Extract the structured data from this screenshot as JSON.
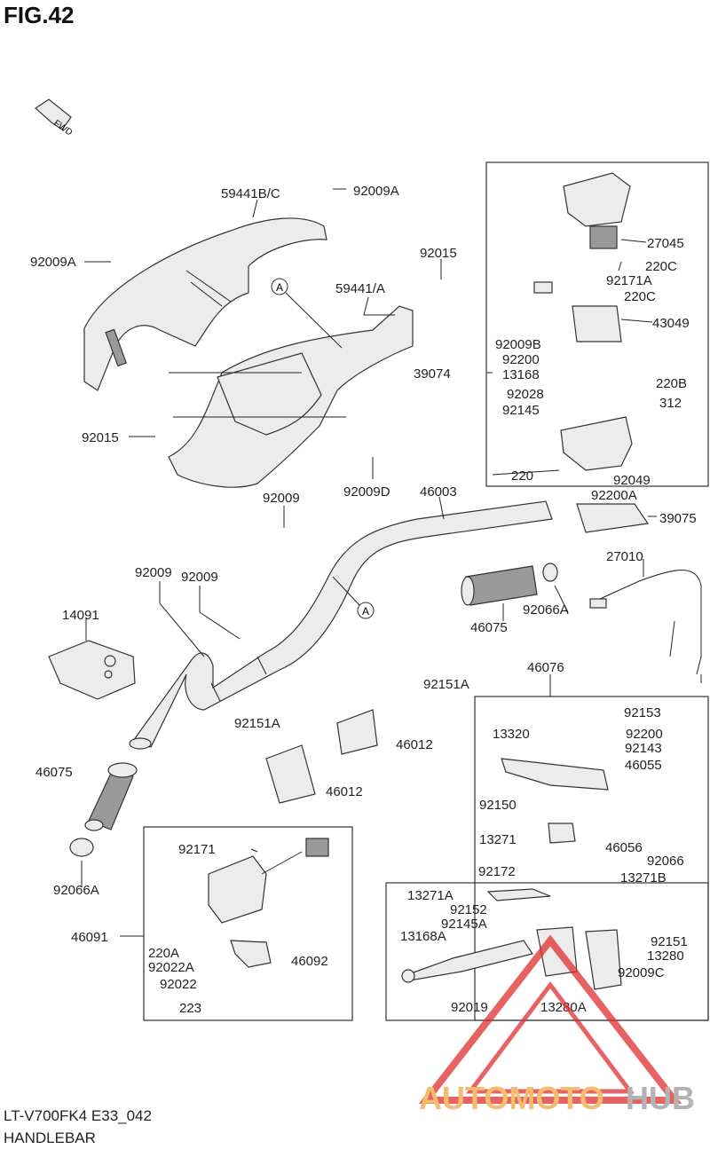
{
  "figure": {
    "title": "FIG.42",
    "code": "LT-V700FK4 E33_042",
    "name": "HANDLEBAR"
  },
  "direction_label": "FWD",
  "callouts": [
    "A",
    "A"
  ],
  "watermark": {
    "text_a": "AUTOMOTO",
    "text_b": "HUB",
    "color_a": "#f4a640",
    "color_b": "#9a9a9a",
    "logo_color": "#e03030"
  },
  "part_labels": [
    "59441B/C",
    "92009A",
    "92009A",
    "92015",
    "59441/A",
    "92015",
    "92009D",
    "92009",
    "46003",
    "92009",
    "92009",
    "14091",
    "39074",
    "27045",
    "220C",
    "92171A",
    "220C",
    "43049",
    "92009B",
    "92200",
    "13168",
    "92028",
    "92145",
    "220B",
    "312",
    "220",
    "92049",
    "92200A",
    "39075",
    "27010",
    "46075",
    "92066A",
    "46075",
    "92066A",
    "92151A",
    "92151A",
    "46012",
    "46012",
    "46076",
    "92153",
    "13320",
    "92200",
    "92143",
    "46055",
    "92150",
    "46056",
    "13271",
    "92066",
    "92172",
    "13271B",
    "13271A",
    "92152",
    "92145A",
    "13168A",
    "92151",
    "13280",
    "92009C",
    "92019",
    "13280A",
    "46091",
    "92171",
    "220A",
    "92022A",
    "46092",
    "92022",
    "223"
  ]
}
